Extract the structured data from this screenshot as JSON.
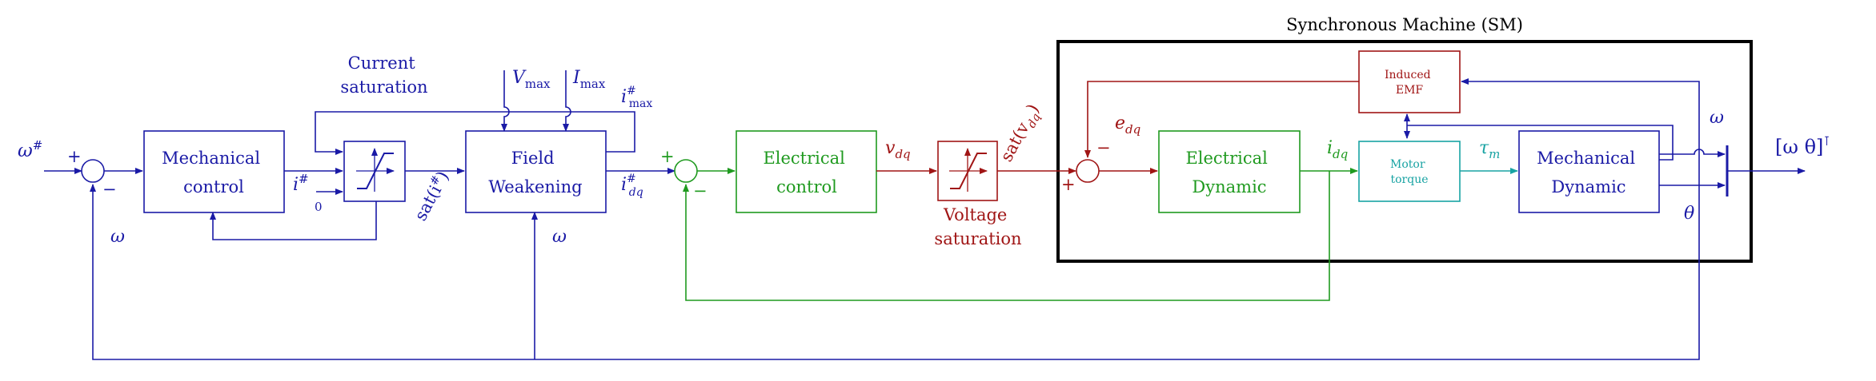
{
  "title": "Synchronous Machine (SM)",
  "colors": {
    "blue": "#1a1aa6",
    "green": "#1f9a1f",
    "red": "#a01515",
    "teal": "#18a3a3",
    "black": "#000000"
  },
  "blocks": {
    "mech_control": [
      "Mechanical",
      "control"
    ],
    "field_weakening": [
      "Field",
      "Weakening"
    ],
    "current_saturation": [
      "Current",
      "saturation"
    ],
    "elec_control": [
      "Electrical",
      "control"
    ],
    "voltage_saturation": [
      "Voltage",
      "saturation"
    ],
    "elec_dynamic": [
      "Electrical",
      "Dynamic"
    ],
    "induced_emf": [
      "Induced",
      "EMF"
    ],
    "motor_torque": [
      "Motor",
      "torque"
    ],
    "mech_dynamic": [
      "Mechanical",
      "Dynamic"
    ]
  },
  "signals": {
    "omega_ref": "ω",
    "omega_ref_sup": "#",
    "plus": "+",
    "minus": "−",
    "omega": "ω",
    "i_ref": "i",
    "i_ref_sup": "#",
    "zero": "0",
    "sat_i": "sat(i",
    "sat_i_sup": "#",
    "sat_i_close": ")",
    "v_max": "V",
    "v_max_sub": "max",
    "i_max": "I",
    "i_max_sub": "max",
    "i_max_ref": "i",
    "i_max_ref_sup": "#",
    "i_max_ref_sub": "max",
    "i_dq_ref": "i",
    "i_dq_ref_sup": "#",
    "i_dq_ref_sub": "dq",
    "v_dq": "v",
    "v_dq_sub": "dq",
    "sat_v": "sat(v",
    "sat_v_sub": "dq",
    "sat_v_close": ")",
    "e_dq": "e",
    "e_dq_sub": "dq",
    "i_dq": "i",
    "i_dq_sub": "dq",
    "tau_m": "τ",
    "tau_m_sub": "m",
    "theta": "θ",
    "output_vec": "[ω   θ]",
    "transpose": "⊺"
  }
}
